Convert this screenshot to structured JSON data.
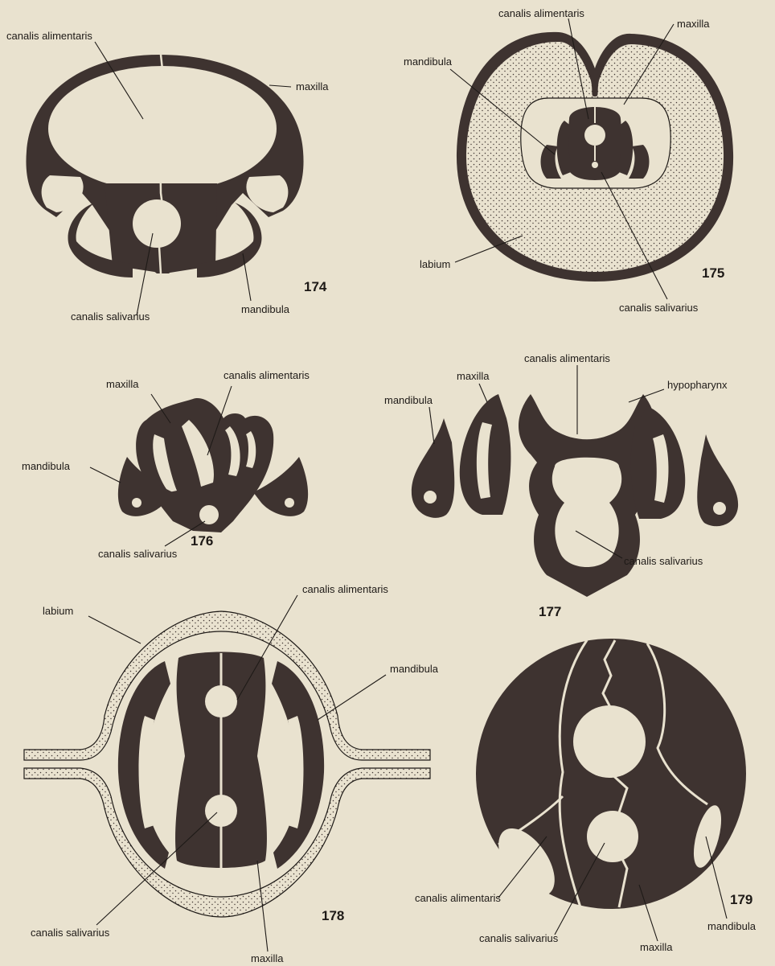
{
  "figures": {
    "f174": {
      "number": "174",
      "labels": {
        "canalis_alimentaris": "canalis alimentaris",
        "maxilla": "maxilla",
        "canalis_salivarius": "canalis salivarius",
        "mandibula": "mandibula"
      }
    },
    "f175": {
      "number": "175",
      "labels": {
        "canalis_alimentaris": "canalis alimentaris",
        "maxilla": "maxilla",
        "mandibula": "mandibula",
        "labium": "labium",
        "canalis_salivarius": "canalis salivarius"
      }
    },
    "f176": {
      "number": "176",
      "labels": {
        "maxilla": "maxilla",
        "canalis_alimentaris": "canalis alimentaris",
        "mandibula": "mandibula",
        "canalis_salivarius": "canalis salivarius"
      }
    },
    "f177": {
      "number": "177",
      "labels": {
        "canalis_alimentaris": "canalis alimentaris",
        "maxilla": "maxilla",
        "hypopharynx": "hypopharynx",
        "mandibula": "mandibula",
        "canalis_salivarius": "canalis salivarius"
      }
    },
    "f178": {
      "number": "178",
      "labels": {
        "canalis_alimentaris": "canalis alimentaris",
        "labium": "labium",
        "mandibula": "mandibula",
        "canalis_salivarius": "canalis salivarius",
        "maxilla": "maxilla"
      }
    },
    "f179": {
      "number": "179",
      "labels": {
        "canalis_alimentaris": "canalis alimentaris",
        "canalis_salivarius": "canalis salivarius",
        "maxilla": "maxilla",
        "mandibula": "mandibula"
      }
    }
  },
  "colors": {
    "paper": "#e9e2cf",
    "ink": "#3e3330"
  }
}
